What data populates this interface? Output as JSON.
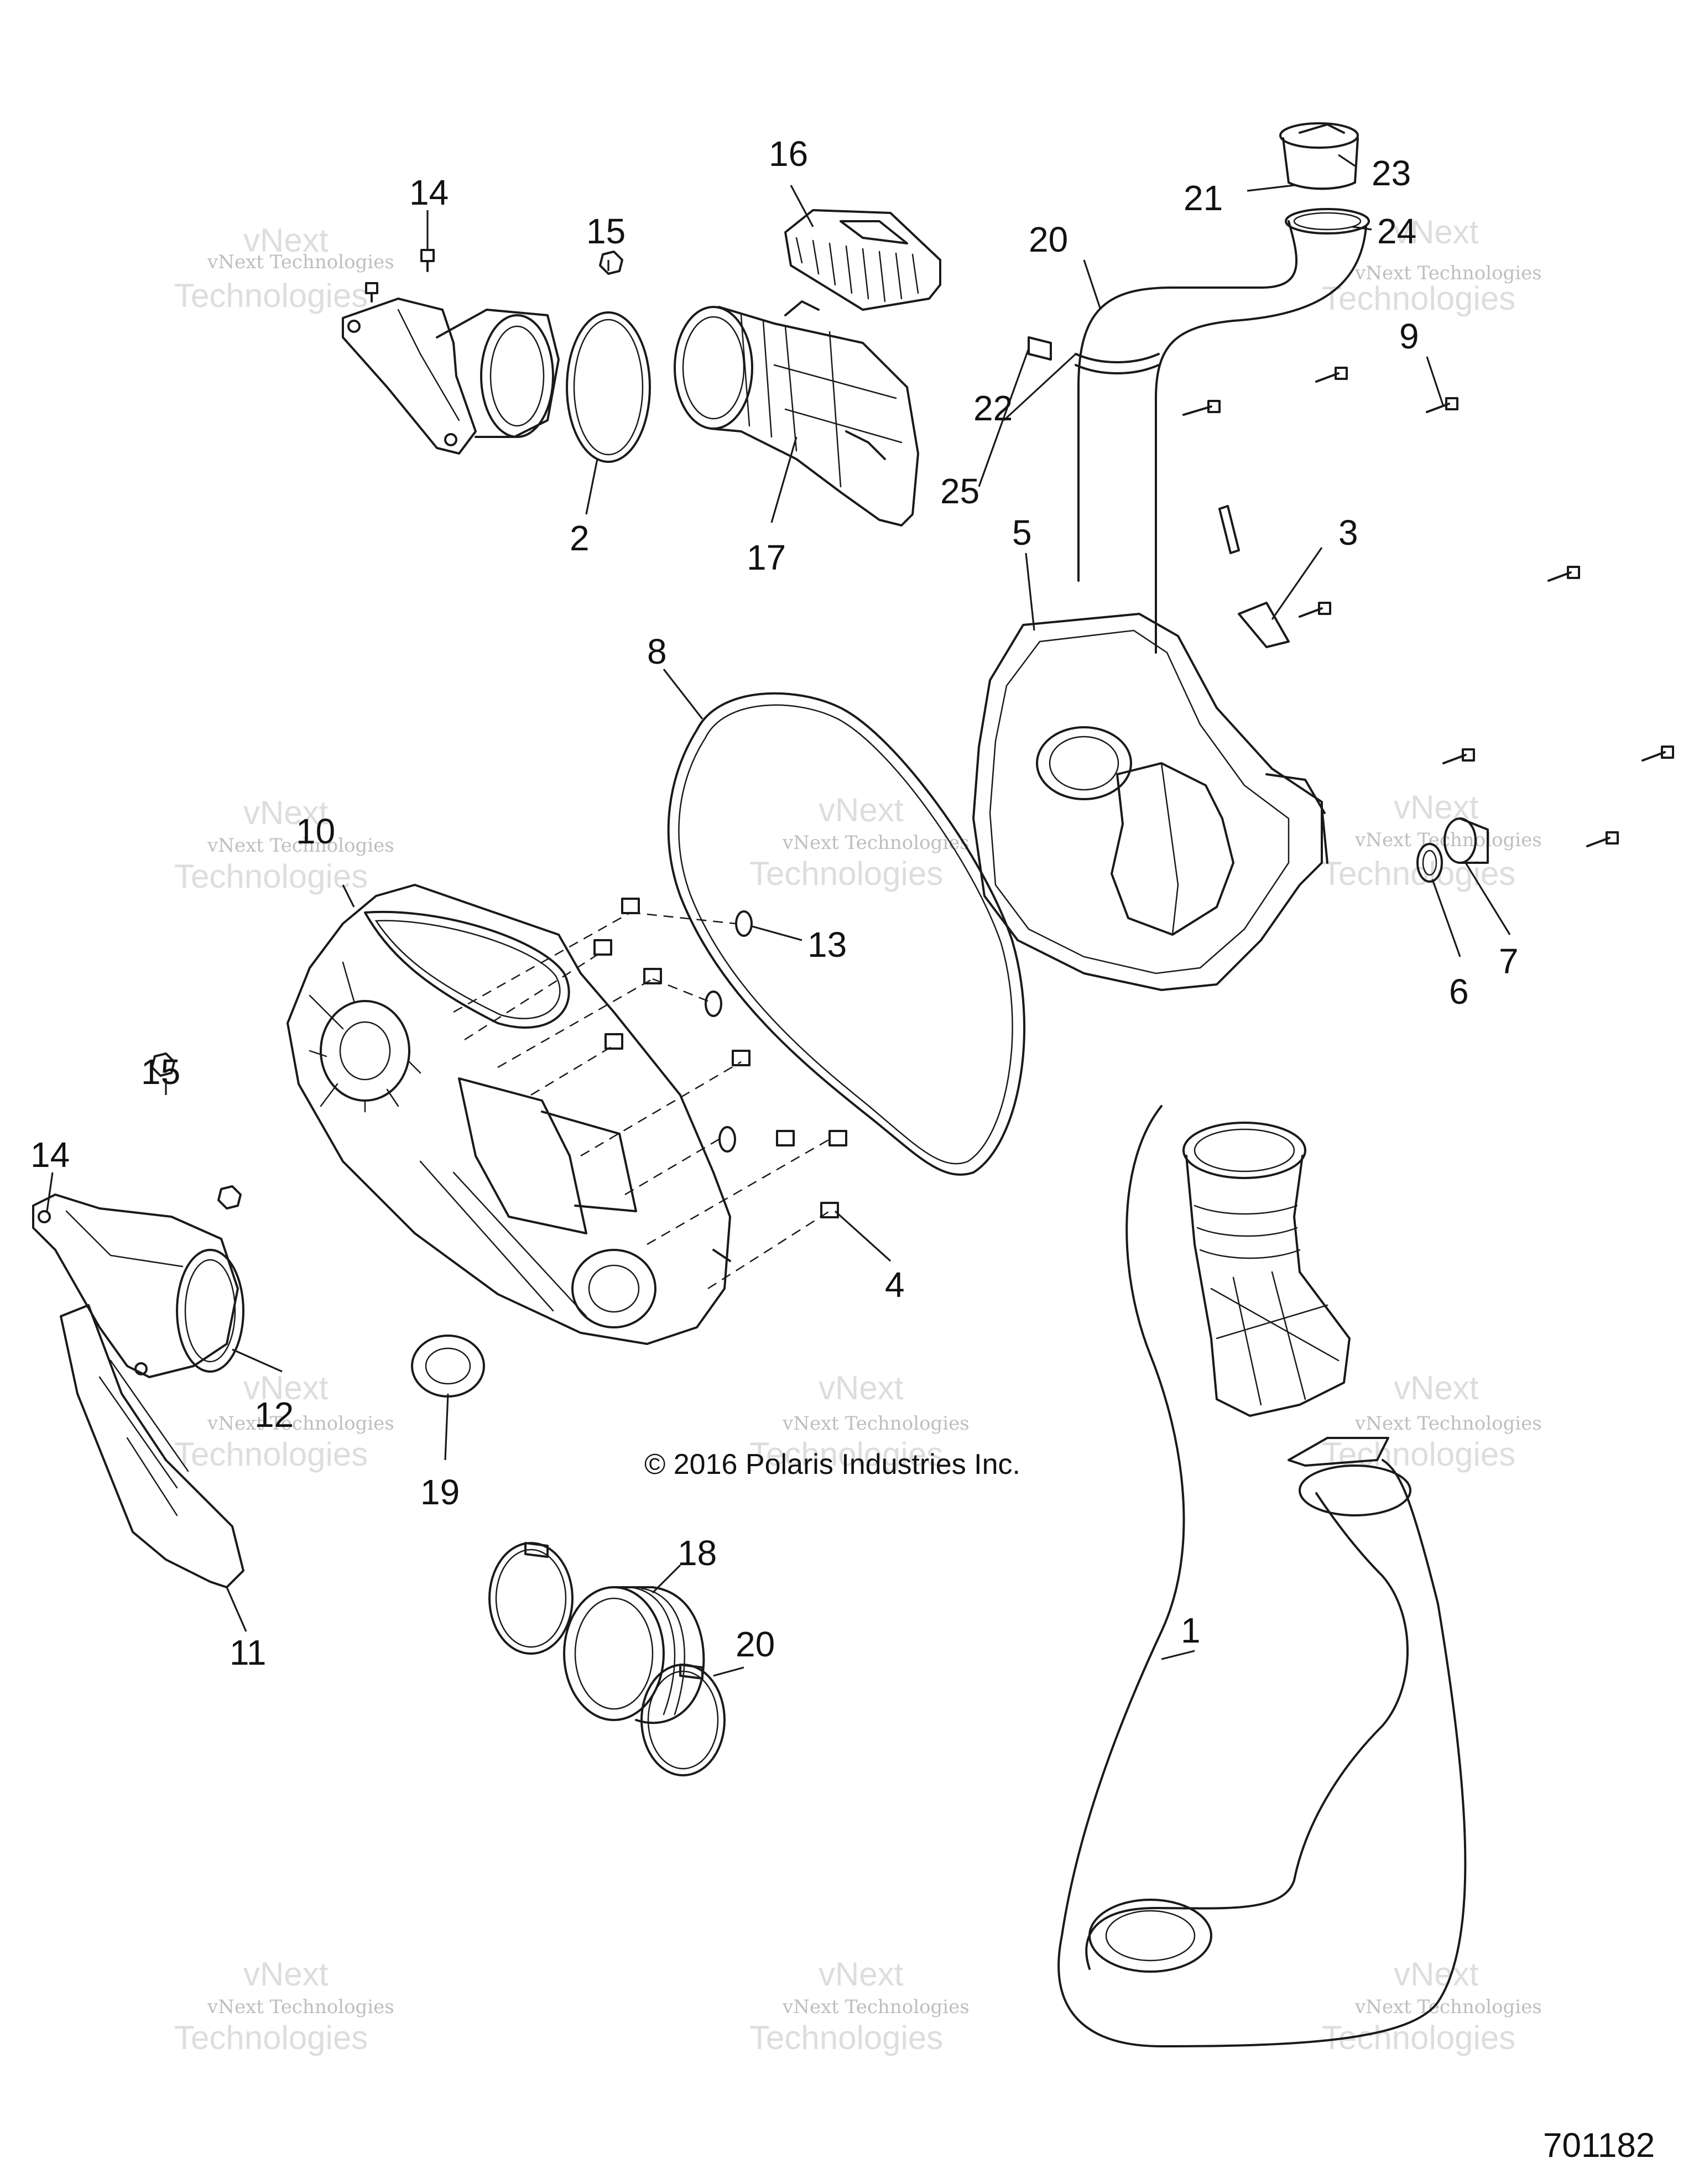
{
  "copyright": "© 2016 Polaris Industries Inc.",
  "drawing_number": "701182",
  "watermark": {
    "line1": "vNext Technologies",
    "line2": "Technologies",
    "prefix": "vNext"
  },
  "callouts": {
    "c1": "1",
    "c2": "2",
    "c3": "3",
    "c4": "4",
    "c5": "5",
    "c6": "6",
    "c7": "7",
    "c8": "8",
    "c9": "9",
    "c10": "10",
    "c11": "11",
    "c12": "12",
    "c13": "13",
    "c14a": "14",
    "c14b": "14",
    "c15a": "15",
    "c15b": "15",
    "c16": "16",
    "c17": "17",
    "c18": "18",
    "c19": "19",
    "c20a": "20",
    "c20b": "20",
    "c21": "21",
    "c22": "22",
    "c23": "23",
    "c24": "24",
    "c25": "25"
  }
}
